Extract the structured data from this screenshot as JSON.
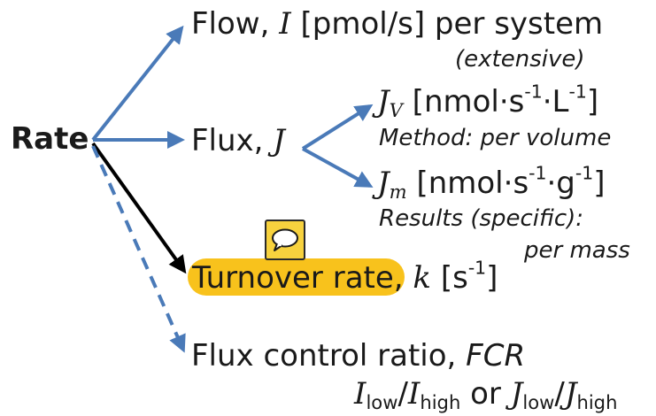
{
  "root": {
    "label": "Rate"
  },
  "flow": {
    "prefix": "Flow, ",
    "symbol": "I",
    "units": " [pmol/s] per system",
    "note": "(extensive)"
  },
  "flux": {
    "prefix": "Flux, ",
    "symbol": "J"
  },
  "jv": {
    "symbol": "J",
    "sub": "V",
    "units_pre": " [nmol·s",
    "exp1": "-1",
    "units_mid": "·L",
    "exp2": "-1",
    "units_post": "]",
    "note": "Method: per volume"
  },
  "jm": {
    "symbol": "J",
    "sub": "m",
    "units_pre": " [nmol·s",
    "exp1": "-1",
    "units_mid": "·g",
    "exp2": "-1",
    "units_post": "]",
    "note1": "Results (specific):",
    "note2": "per mass"
  },
  "turnover": {
    "highlighted": "Turnover rate",
    "comma": ", ",
    "symbol": "k",
    "units_pre": " [s",
    "exp": "-1",
    "units_post": "]"
  },
  "fcr": {
    "prefix": "Flux control ratio, ",
    "abbr": "FCR",
    "i_sym": "I",
    "low": "low",
    "slash": "/",
    "high": "high",
    "or": " or ",
    "j_sym": "J"
  },
  "colors": {
    "arrow_blue": "#4a7ab8",
    "arrow_black": "#000000",
    "highlight": "#f8c21c",
    "comment_icon": "#f7d23e"
  },
  "icons": {
    "comment": "speech-bubble-icon"
  }
}
